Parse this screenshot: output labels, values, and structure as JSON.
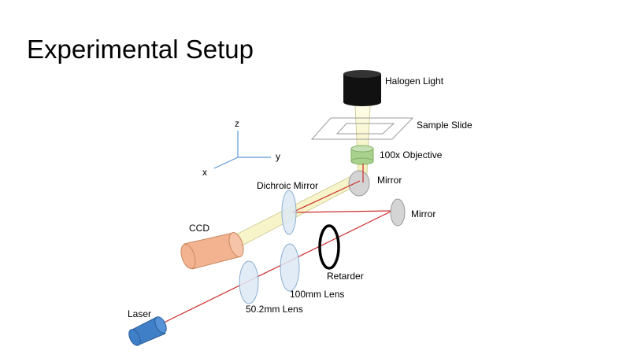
{
  "slide": {
    "title": "Experimental Setup"
  },
  "axes": {
    "z": "z",
    "y": "y",
    "x": "x"
  },
  "labels": {
    "halogen_light": "Halogen Light",
    "sample_slide": "Sample Slide",
    "objective": "100x Objective",
    "upper_mirror": "Mirror",
    "dichroic_mirror": "Dichroic Mirror",
    "right_mirror": "Mirror",
    "ccd": "CCD",
    "retarder": "Retarder",
    "lens_100mm": "100mm Lens",
    "lens_50mm": "50.2mm Lens",
    "laser": "Laser"
  },
  "colors": {
    "laser_beam": "#cc2b2b",
    "white_light_beam": "#f6f4c8",
    "ccd_body": "#f3b391",
    "laser_body": "#3f7fc8",
    "halogen_body": "#111111",
    "objective_body": "#a9d18e",
    "lens_fill": "#dde9f5",
    "mirror_fill": "#d4d4d4",
    "axis_color": "#5b9bd5"
  }
}
